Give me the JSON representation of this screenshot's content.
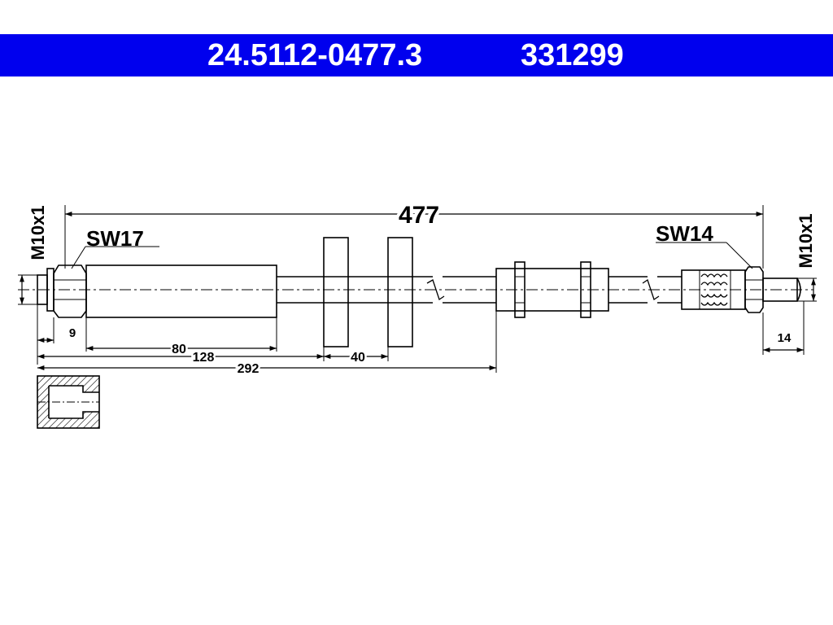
{
  "header": {
    "part_number": "24.5112-0477.3",
    "ref_number": "331299",
    "band_color": "#0000ee"
  },
  "drawing": {
    "total_length": "477",
    "left_fitting": {
      "thread": "M10x1",
      "wrench_size": "SW17"
    },
    "right_fitting": {
      "thread": "M10x1",
      "wrench_size": "SW14"
    },
    "dimensions": {
      "left_thread_depth": "9",
      "left_sleeve": "80",
      "first_bracket": "128",
      "bracket_spacing": "40",
      "second_bracket": "292",
      "right_thread_length": "14"
    }
  }
}
